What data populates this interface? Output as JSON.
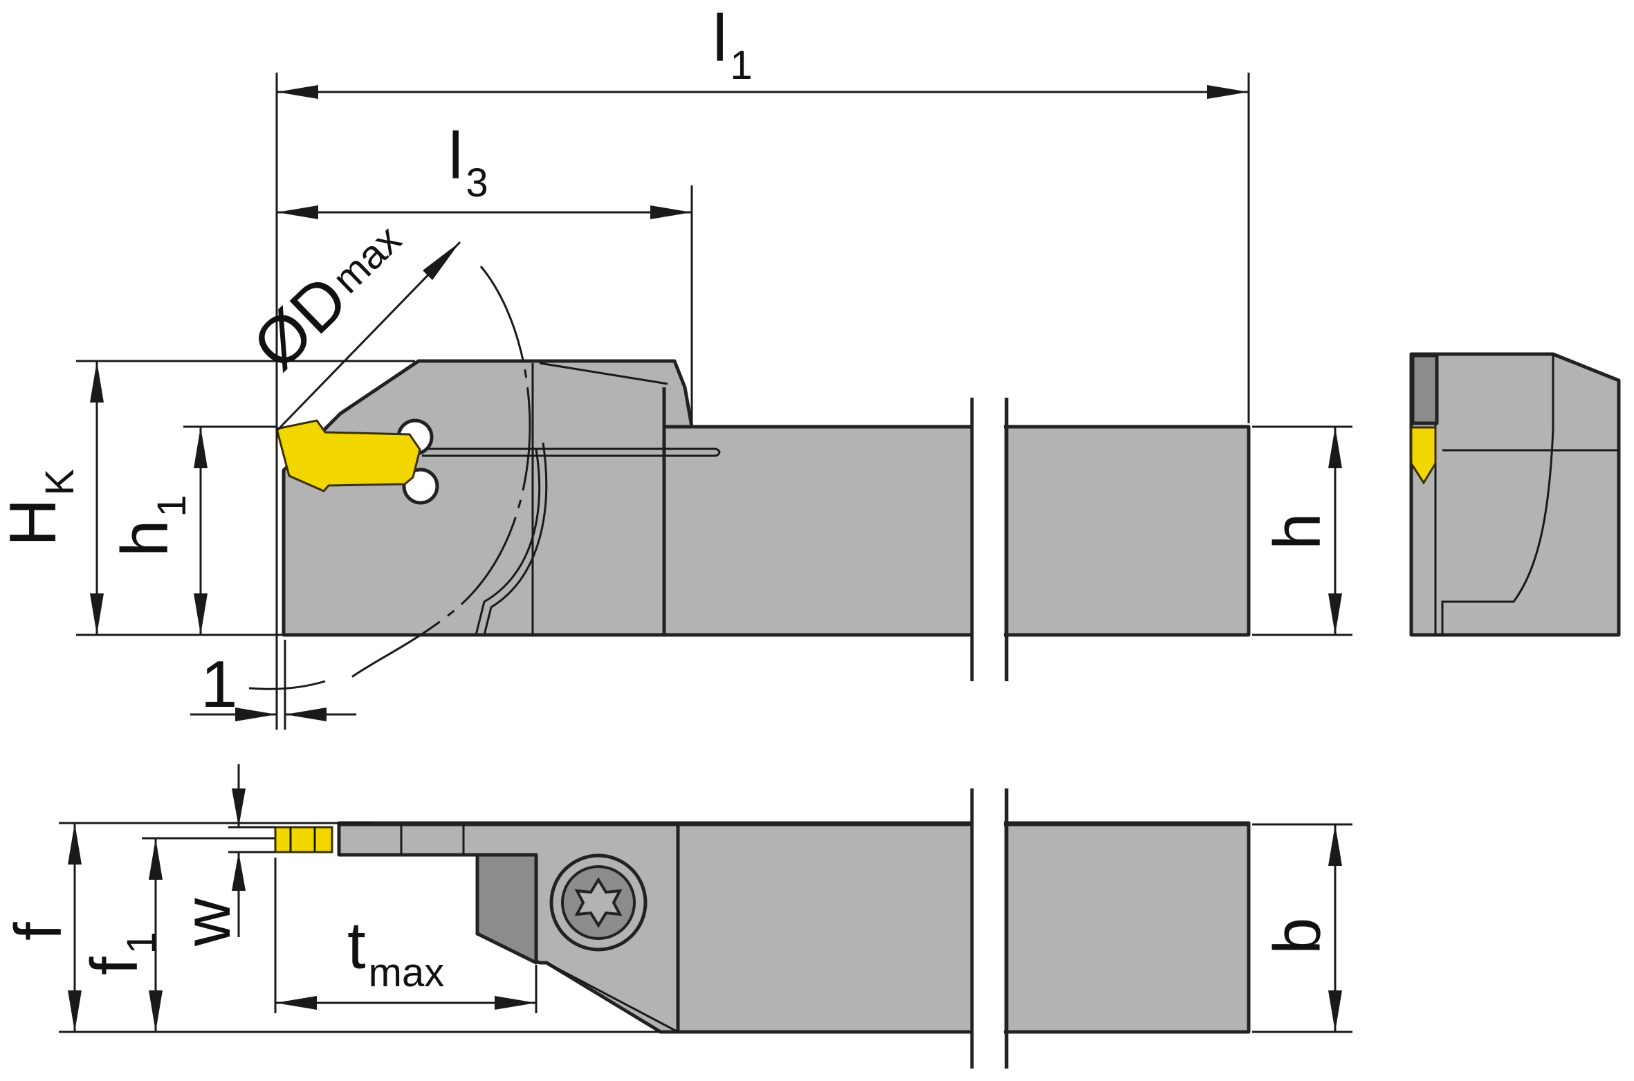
{
  "diagram": {
    "labels": {
      "l1": {
        "main": "l",
        "sub": "1"
      },
      "l3": {
        "main": "l",
        "sub": "3"
      },
      "dmax": {
        "main": "ØD",
        "sub": "max"
      },
      "hk": {
        "main": "H",
        "sub": "K"
      },
      "h1": {
        "main": "h",
        "sub": "1"
      },
      "h": {
        "main": "h"
      },
      "one": {
        "main": "1"
      },
      "f": {
        "main": "f"
      },
      "f1": {
        "main": "f",
        "sub": "1"
      },
      "w": {
        "main": "w"
      },
      "tmax": {
        "main": "t",
        "sub": "max"
      },
      "b": {
        "main": "b"
      }
    },
    "colors": {
      "body": "#b3b3b3",
      "body_shadow": "#8c8c8c",
      "outline": "#222222",
      "insert": "#f2d600",
      "background": "#ffffff"
    },
    "icons": {
      "screw": "torx-screw-icon"
    }
  }
}
